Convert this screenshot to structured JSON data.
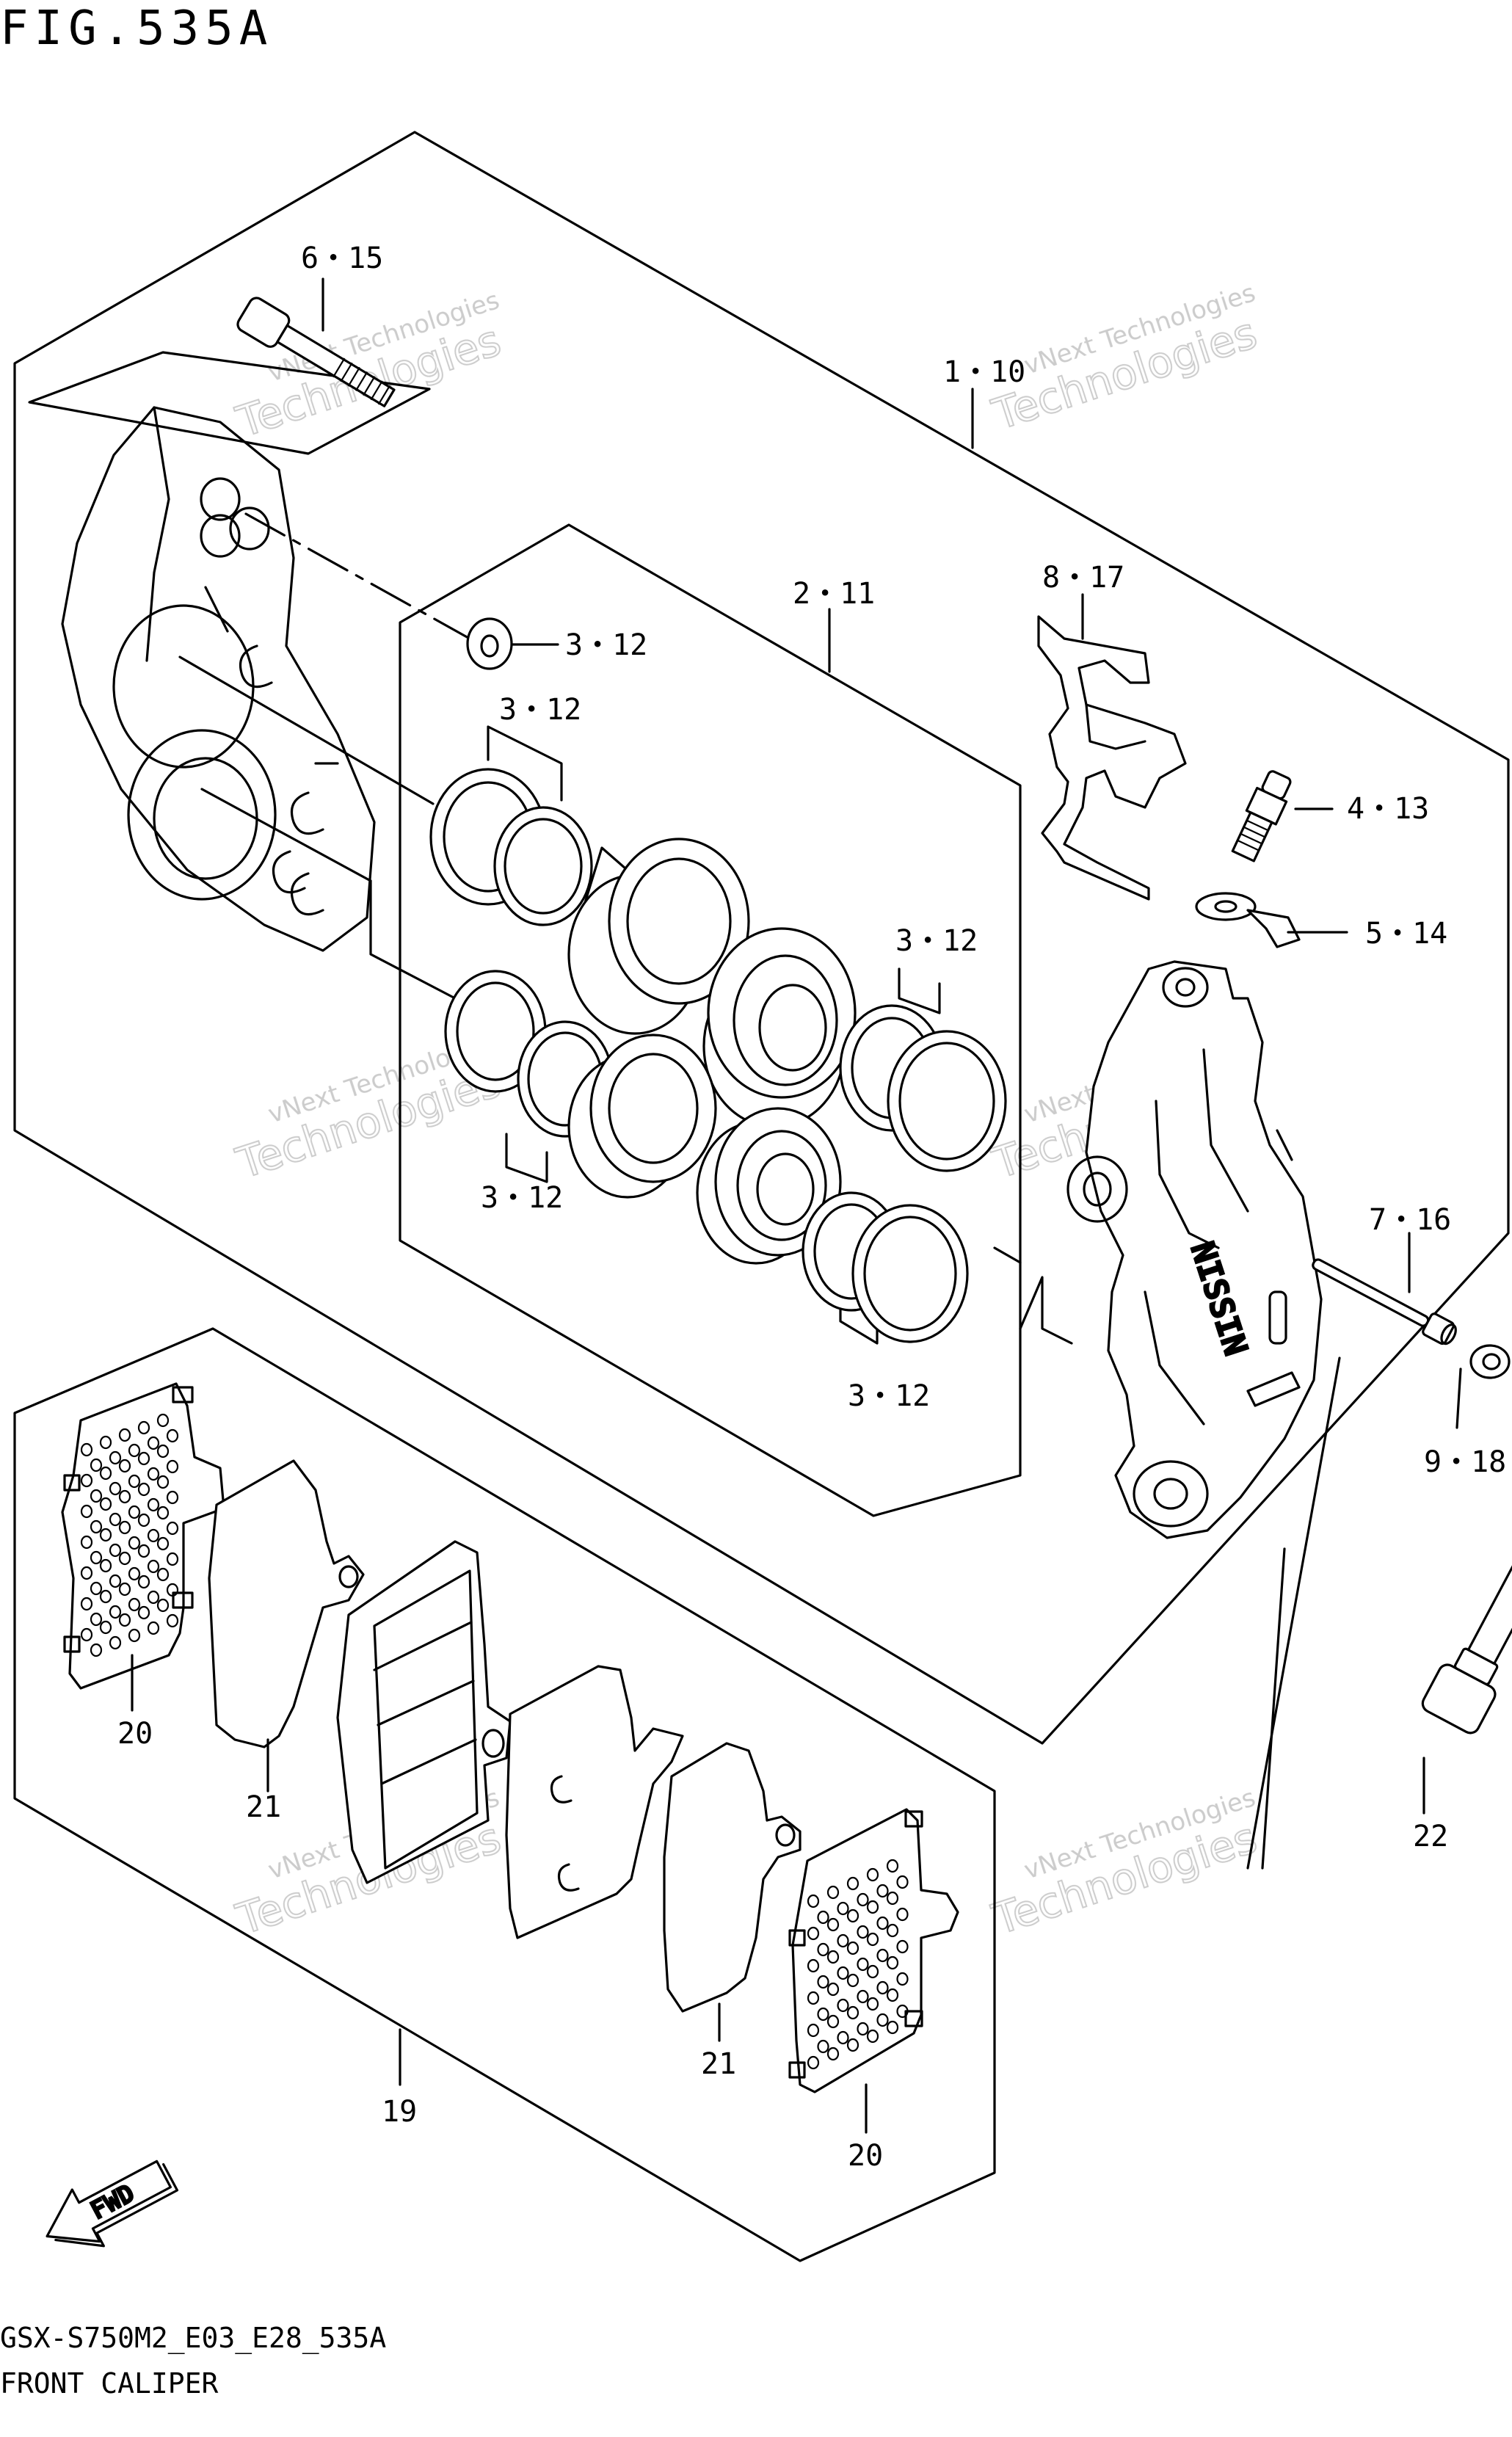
{
  "figure": {
    "title": "FIG.535A",
    "diagram_code": "GSX-S750M2_E03_E28_535A",
    "section_name": "FRONT CALIPER"
  },
  "watermark": {
    "line1": "vNext Technologies",
    "line2": "Technologies"
  },
  "callouts": [
    {
      "id": "c-6-15",
      "text": "6・15"
    },
    {
      "id": "c-1-10",
      "text": "1・10"
    },
    {
      "id": "c-2-11",
      "text": "2・11"
    },
    {
      "id": "c-8-17",
      "text": "8・17"
    },
    {
      "id": "c-3-12-a",
      "text": "3・12"
    },
    {
      "id": "c-3-12-b",
      "text": "3・12"
    },
    {
      "id": "c-3-12-c",
      "text": "3・12"
    },
    {
      "id": "c-3-12-d",
      "text": "3・12"
    },
    {
      "id": "c-3-12-e",
      "text": "3・12"
    },
    {
      "id": "c-4-13",
      "text": "4・13"
    },
    {
      "id": "c-5-14",
      "text": "5・14"
    },
    {
      "id": "c-7-16",
      "text": "7・16"
    },
    {
      "id": "c-9-18",
      "text": "9・18"
    },
    {
      "id": "c-20-a",
      "text": "20"
    },
    {
      "id": "c-21-a",
      "text": "21"
    },
    {
      "id": "c-22",
      "text": "22"
    },
    {
      "id": "c-19",
      "text": "19"
    },
    {
      "id": "c-21-b",
      "text": "21"
    },
    {
      "id": "c-20-b",
      "text": "20"
    }
  ],
  "fwd_arrow": {
    "label": "FWD",
    "icon": "forward-arrow-icon"
  },
  "caliper_logo": {
    "text": "NISSIN"
  },
  "colors": {
    "ink": "#000000",
    "paper": "#ffffff",
    "watermark": "#bfbfbf"
  }
}
